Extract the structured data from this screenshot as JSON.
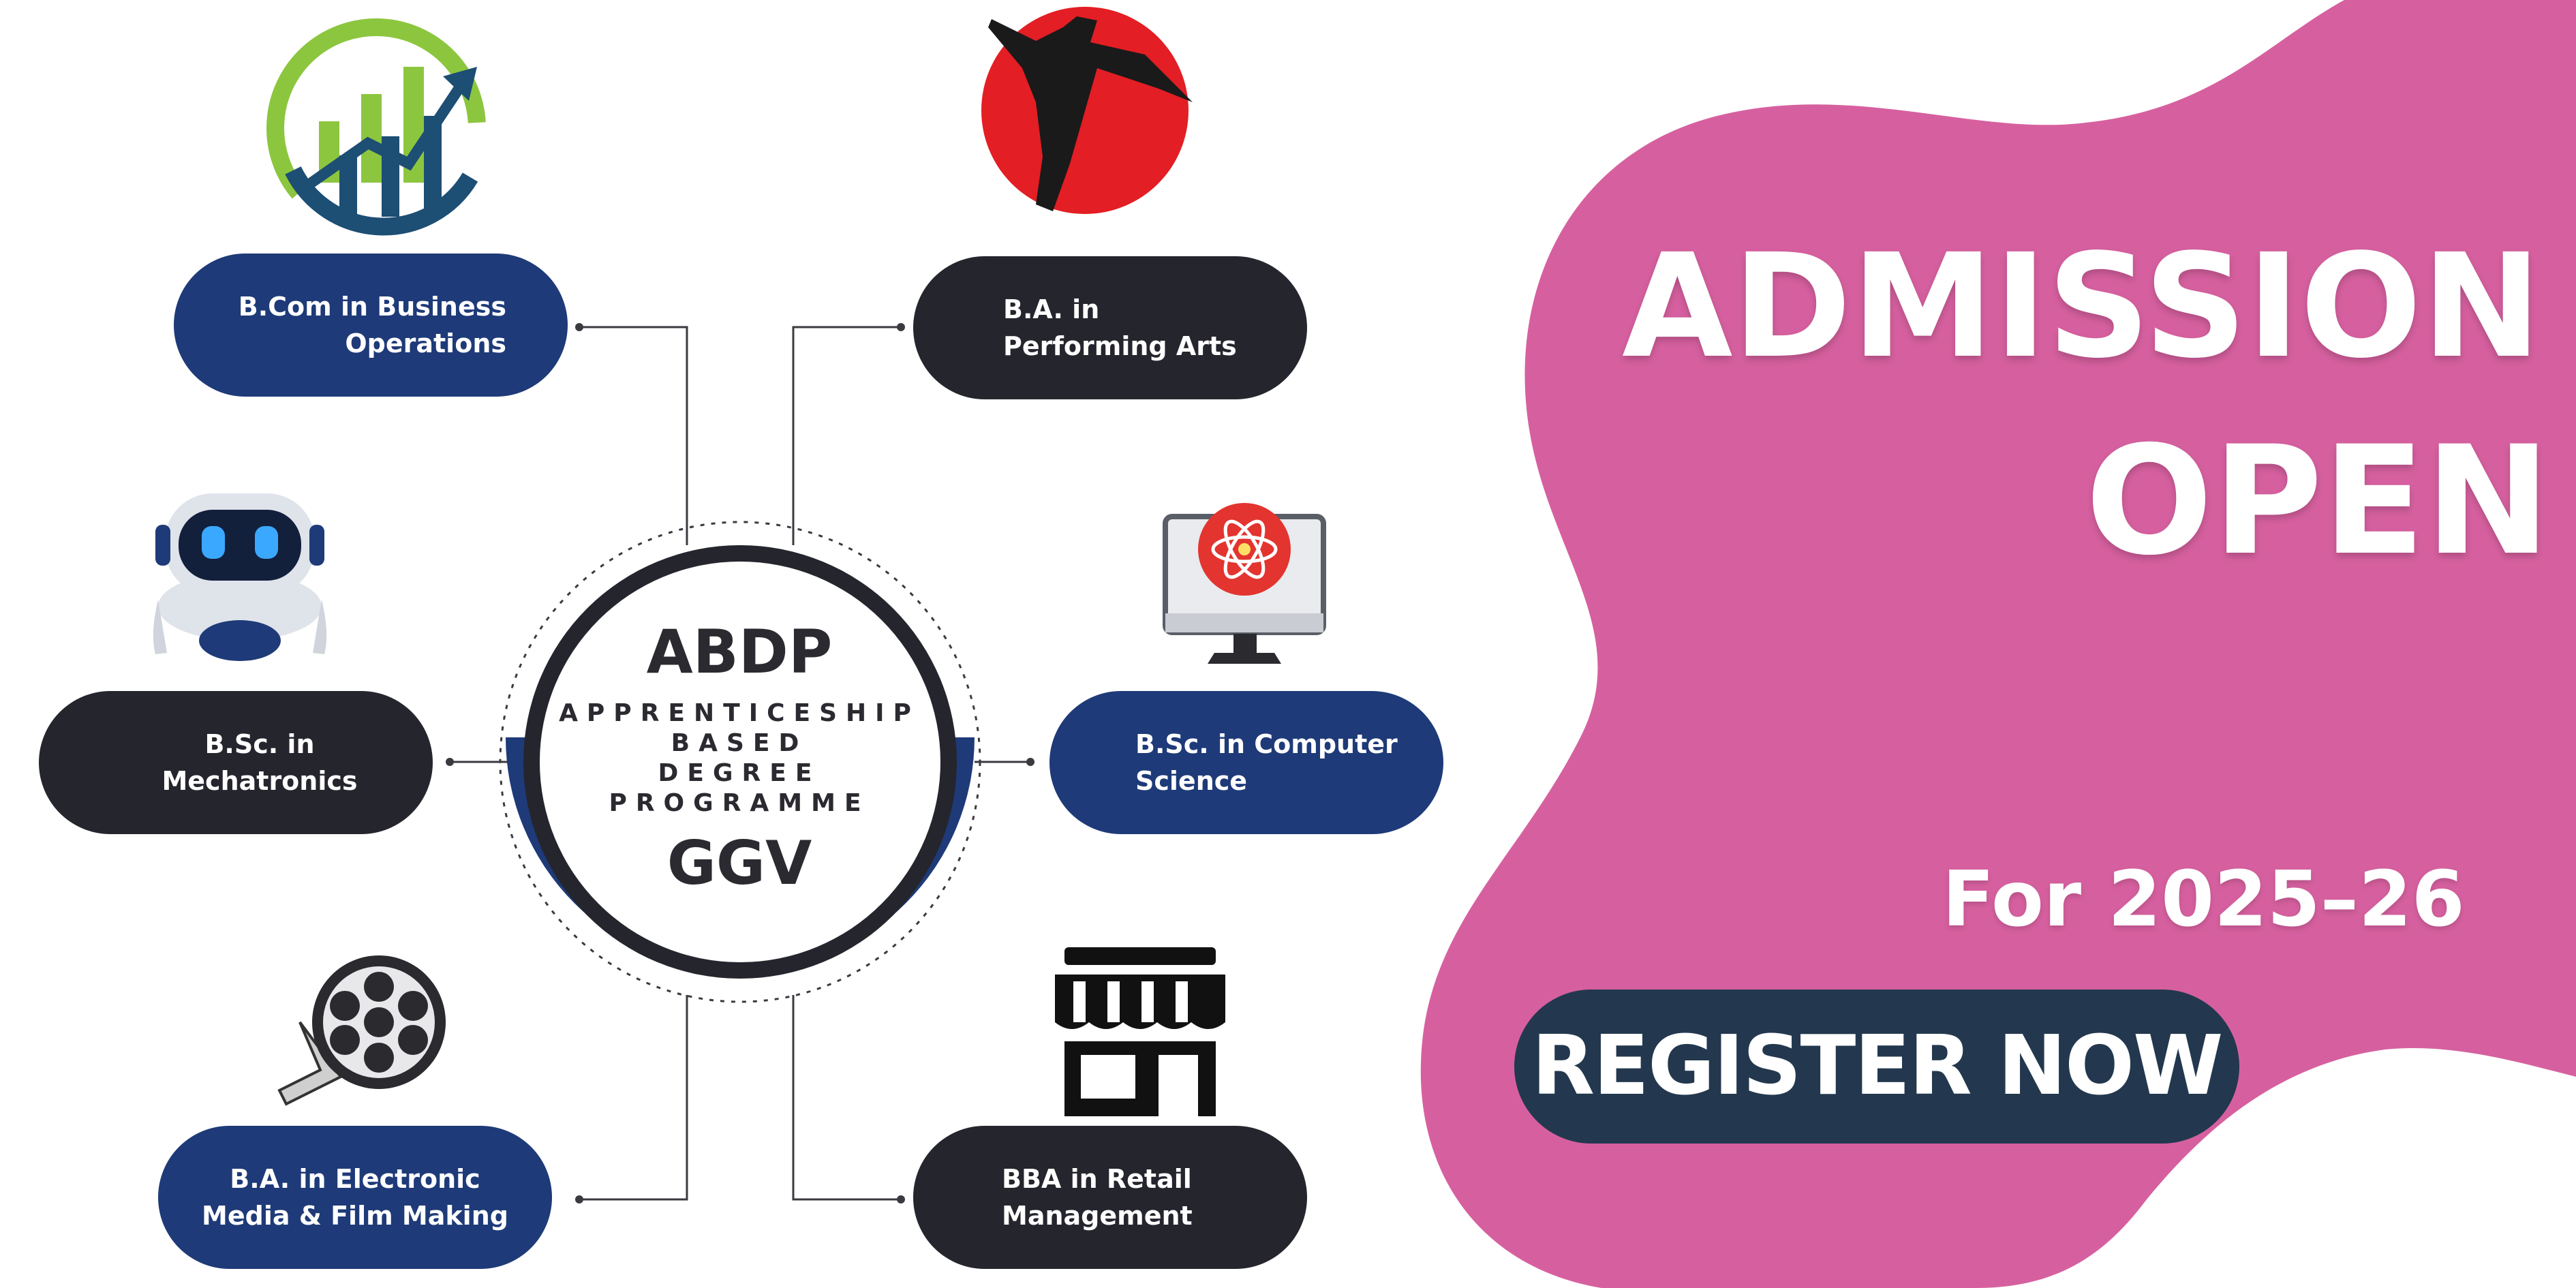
{
  "hub": {
    "title": "ABDP",
    "subtitle_lines": [
      "APPRENTICESHIP",
      "BASED",
      "DEGREE",
      "PROGRAMME"
    ],
    "org": "GGV"
  },
  "programs": [
    {
      "lines": [
        "B.Com in Business",
        "Operations"
      ],
      "icon": "growth-chart-icon"
    },
    {
      "lines": [
        "B.A. in",
        "Performing Arts"
      ],
      "icon": "dancer-icon"
    },
    {
      "lines": [
        "B.Sc. in",
        "Mechatronics"
      ],
      "icon": "robot-icon"
    },
    {
      "lines": [
        "B.Sc. in Computer",
        "Science"
      ],
      "icon": "computer-atom-icon"
    },
    {
      "lines": [
        "B.A. in Electronic",
        "Media & Film Making"
      ],
      "icon": "film-reel-icon"
    },
    {
      "lines": [
        "BBA in Retail",
        "Management"
      ],
      "icon": "storefront-icon"
    }
  ],
  "promo": {
    "headline_1": "ADMISSION",
    "headline_2": "OPEN",
    "session": "For 2025–26",
    "cta": "REGISTER NOW"
  },
  "colors": {
    "navy": "#1e3a78",
    "dark": "#25252e",
    "pink_blob": "#d6609f",
    "cta_bg": "#23384e"
  }
}
